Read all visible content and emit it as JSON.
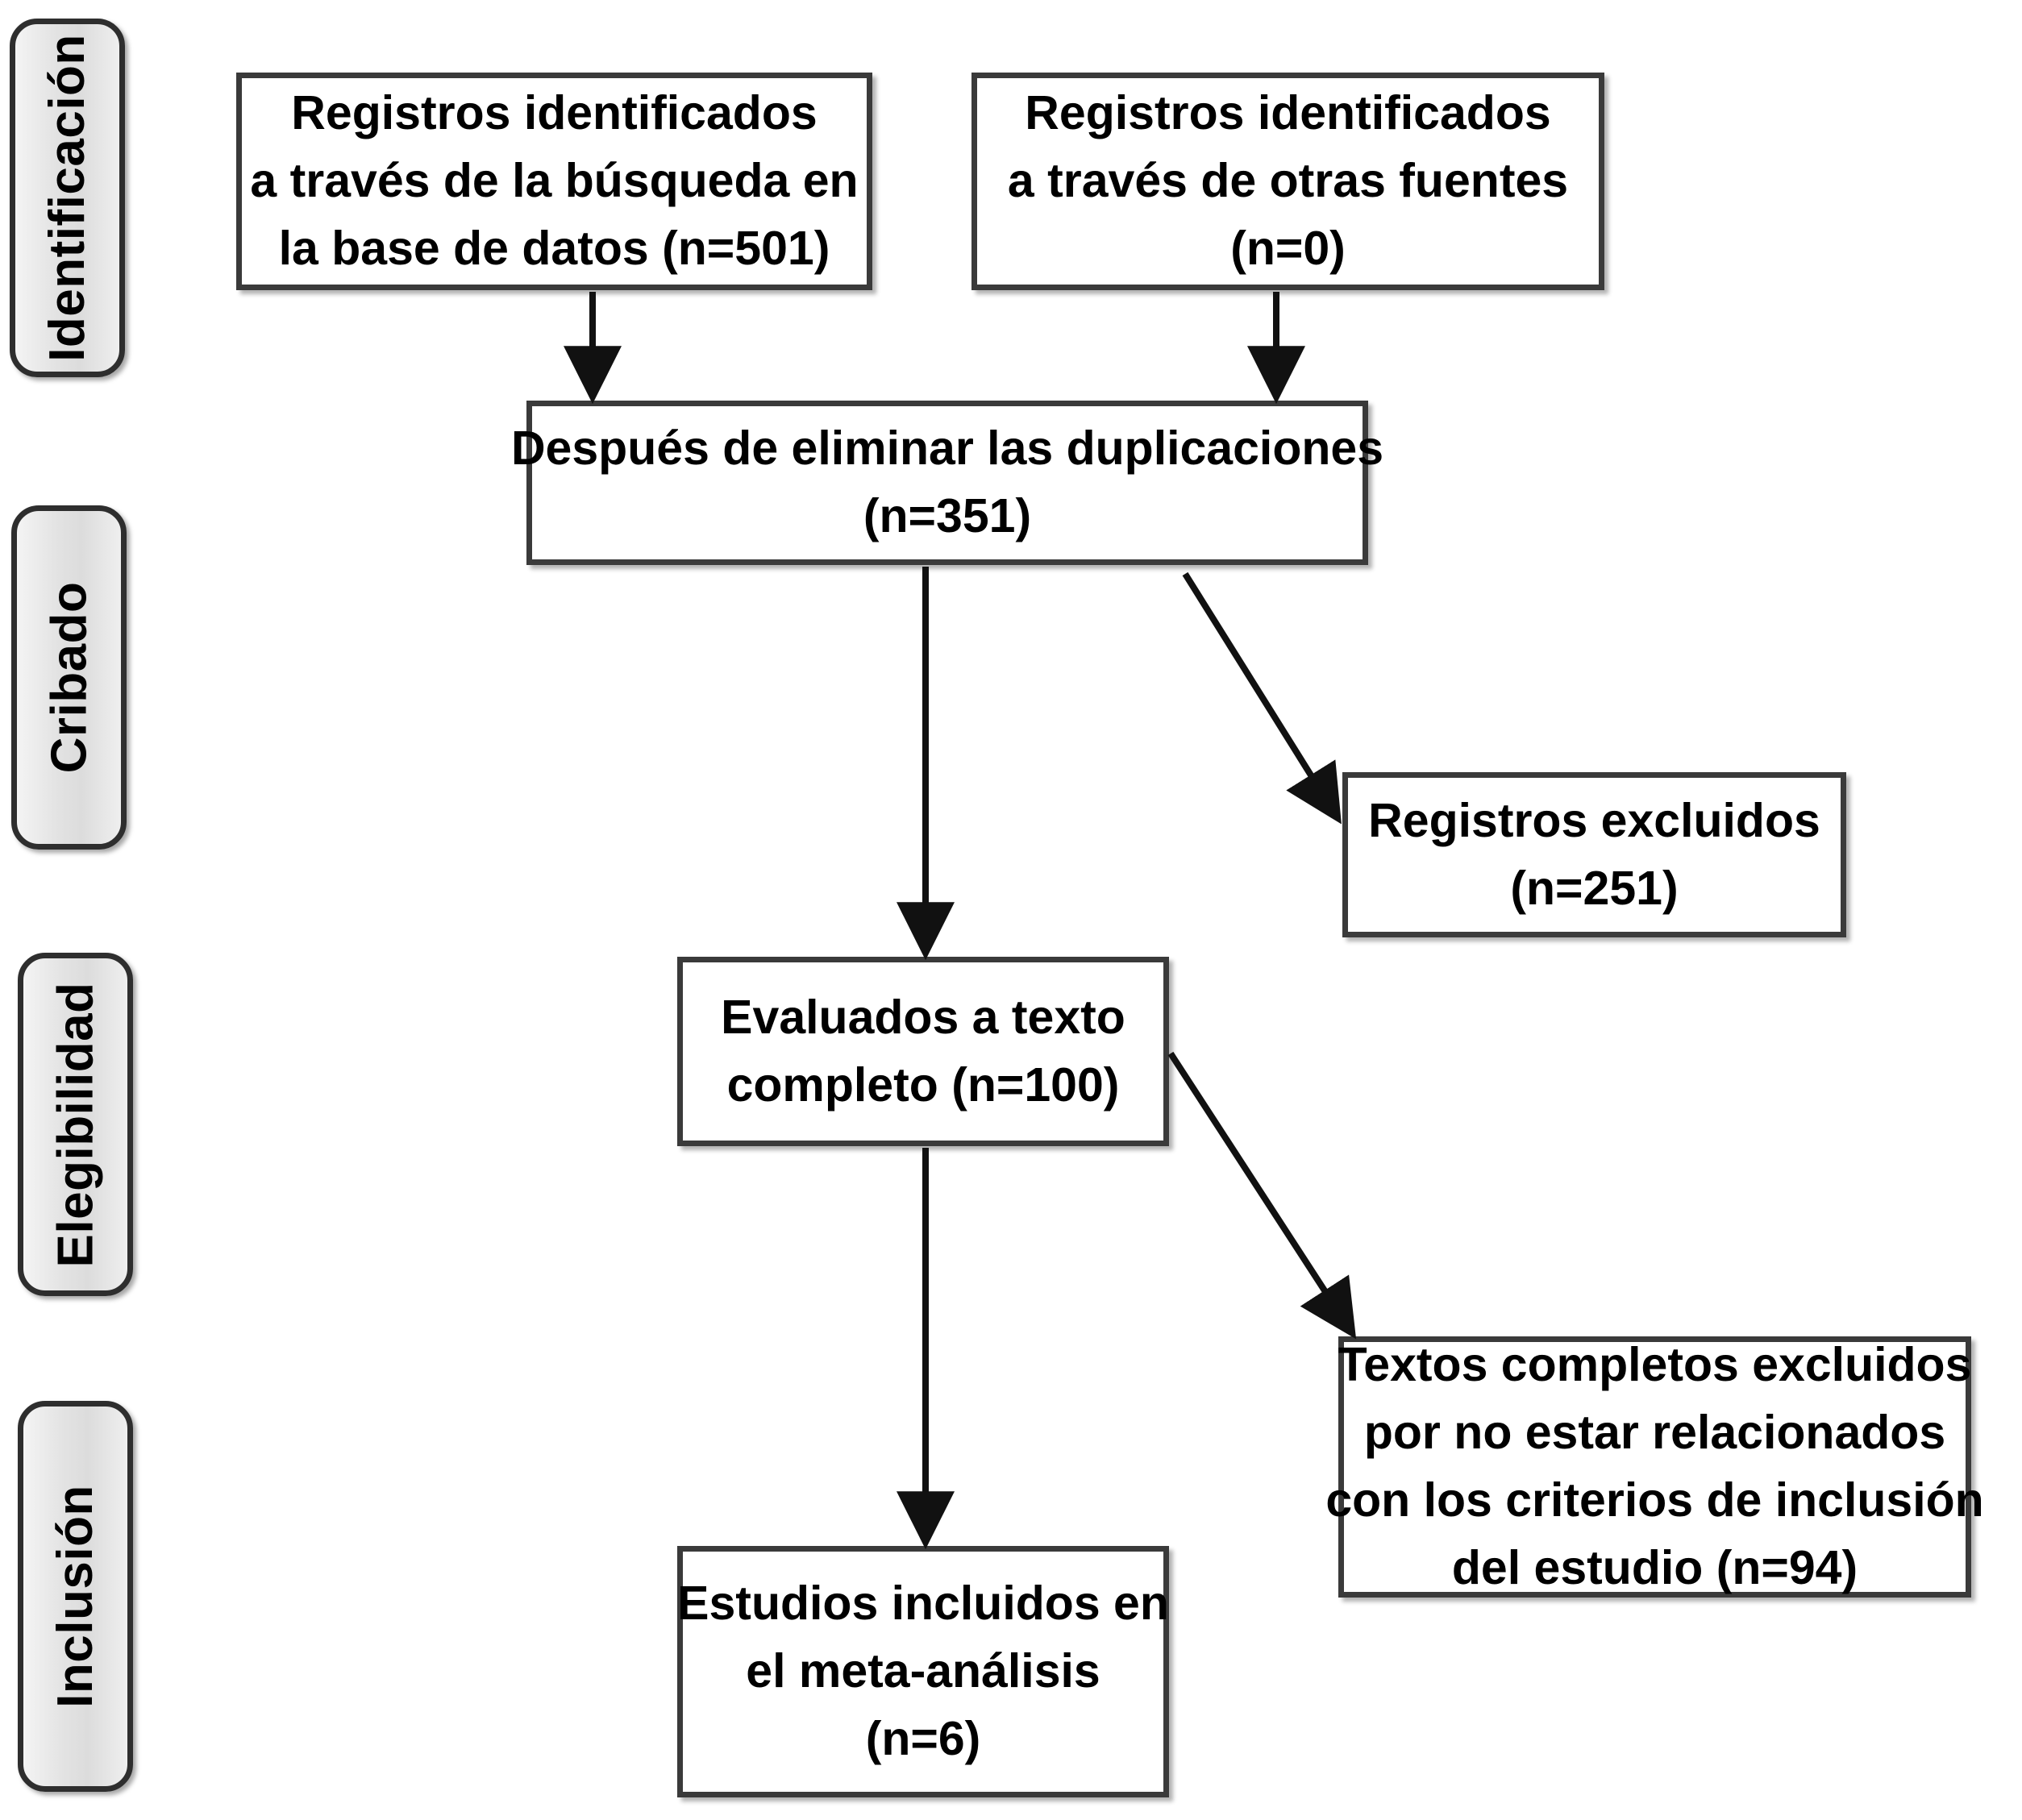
{
  "diagram": {
    "type": "prisma-flow-diagram",
    "language": "es",
    "stages": [
      {
        "id": "identificacion",
        "label": "Identificación"
      },
      {
        "id": "cribado",
        "label": "Cribado"
      },
      {
        "id": "elegibilidad",
        "label": "Elegibilidad"
      },
      {
        "id": "inclusion",
        "label": "Inclusión"
      }
    ],
    "boxes": {
      "records_database": {
        "name": "records-identified-database",
        "lines": [
          "Registros identificados",
          "a través de la búsqueda en",
          "la base de datos (n=501)"
        ],
        "n": 501
      },
      "records_other": {
        "name": "records-identified-other-sources",
        "lines": [
          "Registros identificados",
          "a través de otras fuentes",
          "(n=0)"
        ],
        "n": 0
      },
      "after_duplicates": {
        "name": "records-after-duplicates-removed",
        "lines": [
          "Después de eliminar las duplicaciones",
          "(n=351)"
        ],
        "n": 351
      },
      "records_excluded": {
        "name": "records-excluded",
        "lines": [
          "Registros excluidos",
          "(n=251)"
        ],
        "n": 251
      },
      "full_text_assessed": {
        "name": "full-text-articles-assessed",
        "lines": [
          "Evaluados a texto",
          "completo (n=100)"
        ],
        "n": 100
      },
      "full_text_excluded": {
        "name": "full-text-articles-excluded",
        "lines": [
          "Textos completos excluidos",
          "por no estar relacionados",
          "con los criterios de inclusión",
          "del estudio (n=94)"
        ],
        "n": 94
      },
      "studies_included": {
        "name": "studies-included-meta-analysis",
        "lines": [
          "Estudios incluidos en",
          "el meta-análisis",
          "(n=6)"
        ],
        "n": 6
      }
    },
    "colors": {
      "background": "#ffffff",
      "box_border": "#3a3a3a",
      "tab_border": "#2e2e2e",
      "tab_fill": "#e3e3e3",
      "text": "#000000",
      "connector": "#1a1a1a"
    },
    "flows": [
      {
        "from": "records_database",
        "to": "after_duplicates",
        "style": "arrow-down"
      },
      {
        "from": "records_other",
        "to": "after_duplicates",
        "style": "arrow-down"
      },
      {
        "from": "after_duplicates",
        "to": "full_text_assessed",
        "style": "arrow-down"
      },
      {
        "from": "after_duplicates",
        "to": "records_excluded",
        "style": "arrow-diagonal"
      },
      {
        "from": "full_text_assessed",
        "to": "studies_included",
        "style": "arrow-down"
      },
      {
        "from": "full_text_assessed",
        "to": "full_text_excluded",
        "style": "arrow-diagonal"
      }
    ]
  }
}
